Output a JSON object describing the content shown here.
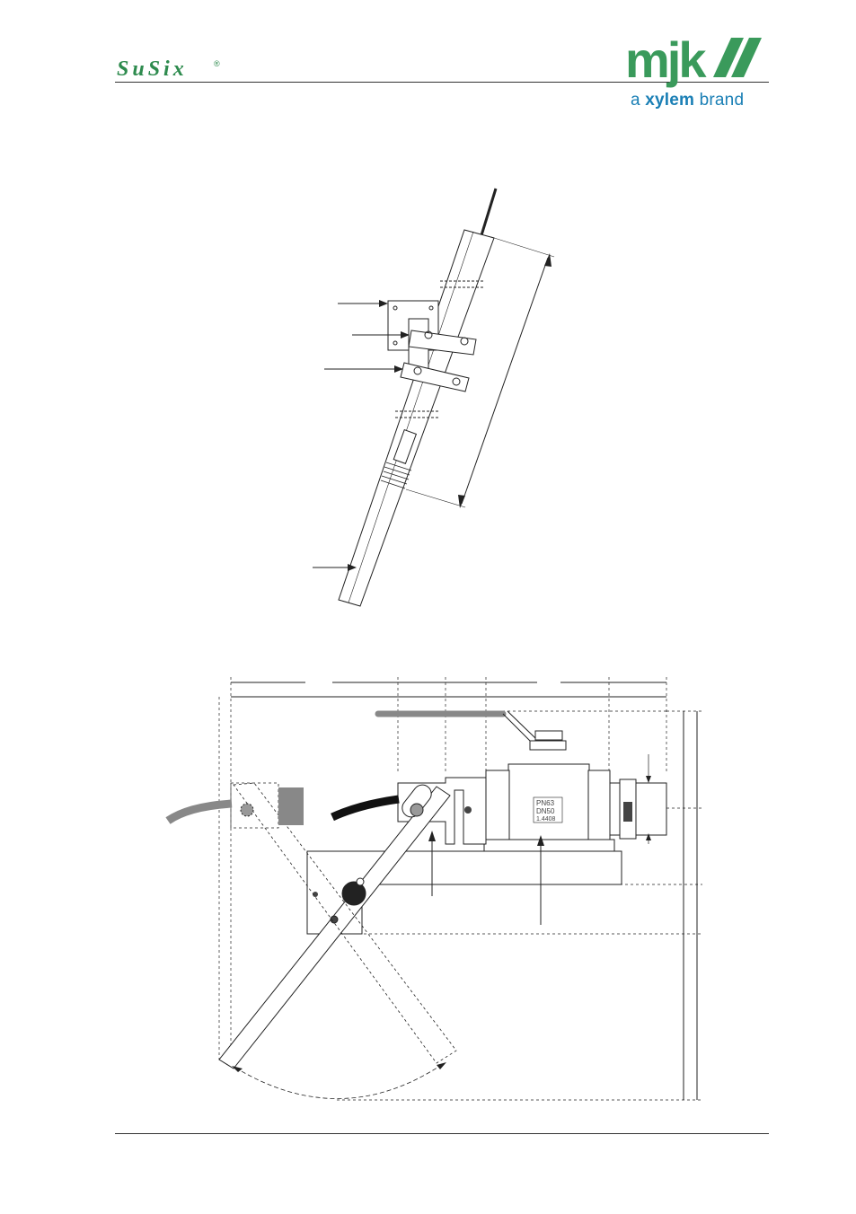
{
  "header": {
    "product_logo_text": "SuSix",
    "product_logo_mark": "®",
    "company_logo_text": "mjk",
    "company_tagline_prefix": "a",
    "company_tagline_brand": "xylem",
    "company_tagline_suffix": "brand"
  },
  "figure_top": {
    "valve_label_lines": [
      "PN63",
      "DN50",
      "1.4408"
    ]
  },
  "colors": {
    "susix_green": "#2e8b4e",
    "mjk_green": "#3a9a5b",
    "xylem_blue": "#1a7fb5",
    "line": "#222222"
  }
}
